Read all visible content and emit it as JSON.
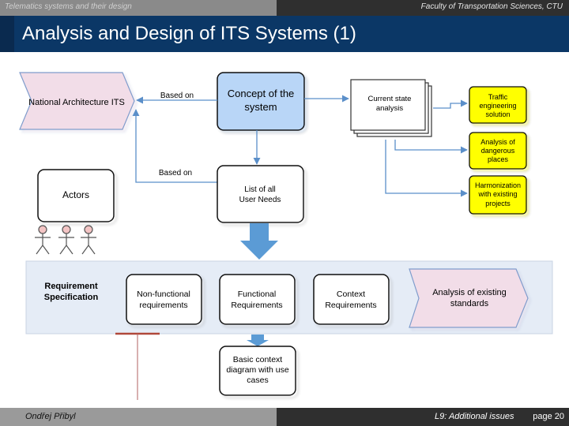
{
  "header": {
    "left_text": "Telematics systems and their design",
    "right_text": "Faculty of Transportation Sciences, CTU"
  },
  "slide": {
    "title": "Analysis and Design of ITS Systems (1)"
  },
  "diagram": {
    "national_architecture": "National Architecture ITS",
    "based_on_1": "Based on",
    "based_on_2": "Based on",
    "concept_line1": "Concept of the",
    "concept_line2": "system",
    "current_line1": "Current state",
    "current_line2": "analysis",
    "traffic_line1": "Traffic",
    "traffic_line2": "engineering",
    "traffic_line3": "solution",
    "dangerous_line1": "Analysis of",
    "dangerous_line2": "dangerous",
    "dangerous_line3": "places",
    "harmonization_line1": "Harmonization",
    "harmonization_line2": "with existing",
    "harmonization_line3": "projects",
    "actors": "Actors",
    "user_needs_line1": "List of all",
    "user_needs_line2": "User Needs",
    "requirement_line1": "Requirement",
    "requirement_line2": "Specification",
    "nonfunctional_line1": "Non-functional",
    "nonfunctional_line2": "requirements",
    "functional_line1": "Functional",
    "functional_line2": "Requirements",
    "context_line1": "Context",
    "context_line2": "Requirements",
    "standards_line1": "Analysis of existing",
    "standards_line2": "standards",
    "basic_context_line1": "Basic context",
    "basic_context_line2": "diagram with use",
    "basic_context_line3": "cases"
  },
  "footer": {
    "author": "Ondřej Přibyl",
    "lecture": "L9: Additional issues",
    "page": "page 20"
  },
  "colors": {
    "title_bar": "#0b3766",
    "concept_fill": "#b9d6f7",
    "yellow_fill": "#ffff00",
    "arrow_blue": "#5b9bd5",
    "chevron_fill": "#f2dde8",
    "req_band": "#e5ecf6"
  }
}
